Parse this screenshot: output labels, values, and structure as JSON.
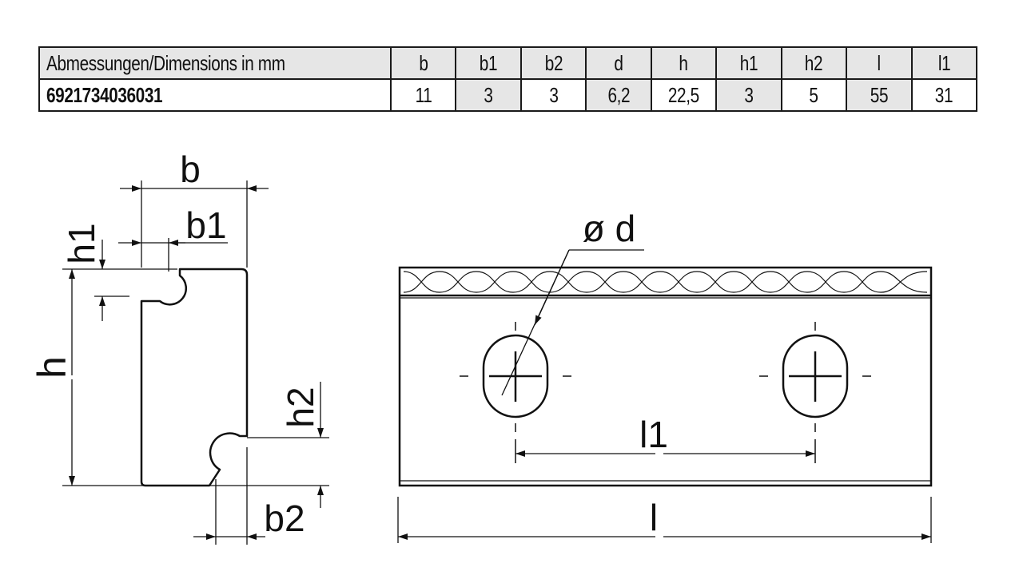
{
  "table": {
    "header_label": "Abmessungen/Dimensions in mm",
    "columns": [
      "b",
      "b1",
      "b2",
      "d",
      "h",
      "h1",
      "h2",
      "l",
      "l1"
    ],
    "part_number": "6921734036031",
    "values": [
      "11",
      "3",
      "3",
      "6,2",
      "22,5",
      "3",
      "5",
      "55",
      "31"
    ]
  },
  "drawing": {
    "labels": {
      "b": "b",
      "b1": "b1",
      "b2": "b2",
      "h": "h",
      "h1": "h1",
      "h2": "h2",
      "d": "ø d",
      "l": "l",
      "l1": "l1"
    }
  }
}
